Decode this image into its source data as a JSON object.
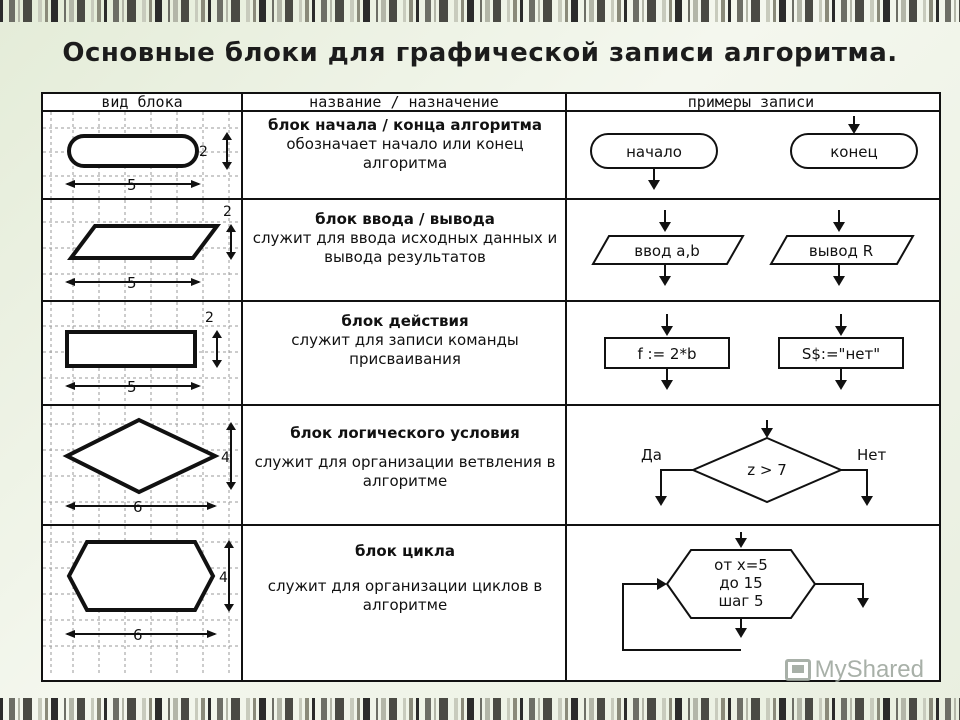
{
  "slide": {
    "title": "Основные блоки для графической записи алгоритма."
  },
  "table": {
    "headers": [
      "вид блока",
      "название / назначение",
      "примеры записи"
    ],
    "rows": [
      {
        "title": "блок начала / конца алгоритма",
        "description": "обозначает начало или конец алгоритма",
        "dims": [
          "2",
          "5"
        ],
        "examples": [
          "начало",
          "конец"
        ]
      },
      {
        "title": "блок ввода / вывода",
        "description": "служит для ввода исходных данных и вывода результатов",
        "dims": [
          "2",
          "5"
        ],
        "examples": [
          "ввод a,b",
          "вывод R"
        ]
      },
      {
        "title": "блок действия",
        "description": "служит для записи команды присваивания",
        "dims": [
          "2",
          "5"
        ],
        "examples": [
          "f := 2*b",
          "S$:=\"нет\""
        ]
      },
      {
        "title": "блок логического условия",
        "description": "служит для организации ветвления в алгоритме",
        "dims": [
          "4",
          "6"
        ],
        "examples": [
          "z > 7"
        ],
        "branches": [
          "Да",
          "Нет"
        ]
      },
      {
        "title": "блок цикла",
        "description": "служит для организации циклов в алгоритме",
        "dims": [
          "4",
          "6"
        ],
        "examples": [
          "от x=5",
          "до 15",
          "шаг 5"
        ]
      }
    ]
  },
  "watermark": {
    "text": "MyShared",
    "icon": "presentation-icon"
  },
  "colors": {
    "line": "#111111",
    "background": "#e9efe0"
  }
}
